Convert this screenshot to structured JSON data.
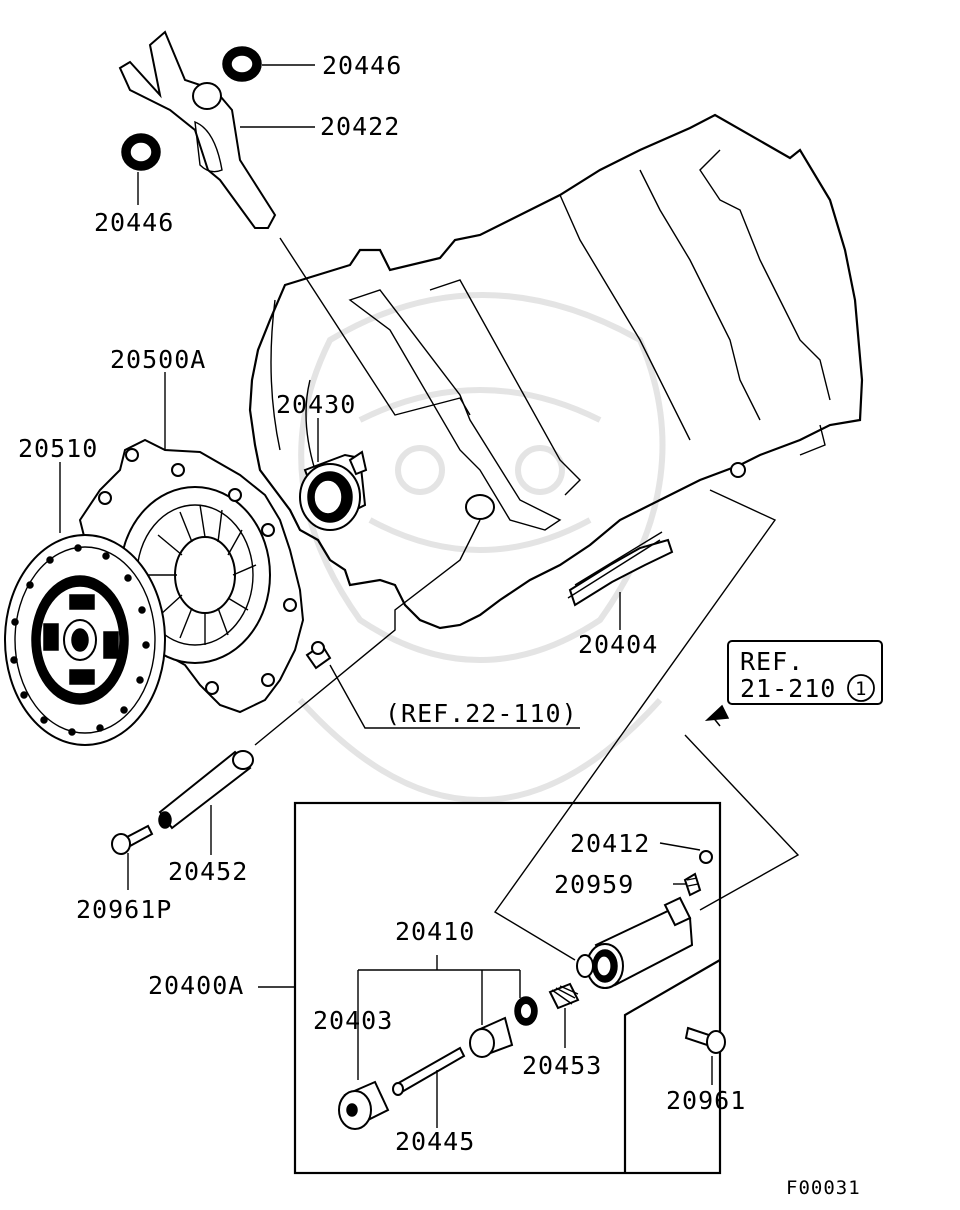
{
  "figure_code": "F00031",
  "reference_box": {
    "line1": "REF.",
    "line2": "21-210",
    "circle_num": "1"
  },
  "ref_note": "(REF.22-110)",
  "labels": {
    "p20446_top": "20446",
    "p20422": "20422",
    "p20446_left": "20446",
    "p20500A": "20500A",
    "p20430": "20430",
    "p20510": "20510",
    "p20404": "20404",
    "p20452": "20452",
    "p20961P": "20961P",
    "p20412": "20412",
    "p20959": "20959",
    "p20410": "20410",
    "p20400A": "20400A",
    "p20403": "20403",
    "p20453": "20453",
    "p20961": "20961",
    "p20445": "20445"
  }
}
